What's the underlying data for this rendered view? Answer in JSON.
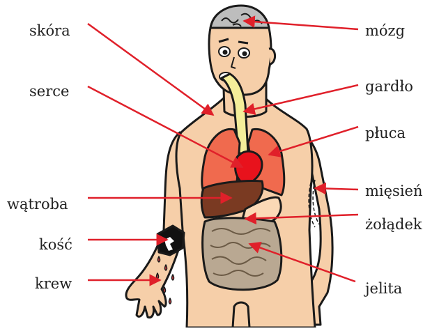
{
  "labels": {
    "skora": "skóra",
    "serce": "serce",
    "watroba": "wątroba",
    "kosc": "kość",
    "krew": "krew",
    "mozg": "mózg",
    "gardlo": "gardło",
    "pluca": "płuca",
    "miesien": "mięsień",
    "zoladek": "żołądek",
    "jelita": "jelita"
  },
  "colors": {
    "arrow": "#e0202a",
    "skin": "#f6cfa9",
    "outline": "#1a1a1a",
    "lungs": "#f06a4e",
    "heart": "#e8121c",
    "liver": "#7a3a22",
    "stomach": "#fbd9b6",
    "intestines": "#b9a892",
    "brain": "#bdbdbd",
    "throat": "#f4ee9a",
    "bone_wound": "#111111"
  }
}
